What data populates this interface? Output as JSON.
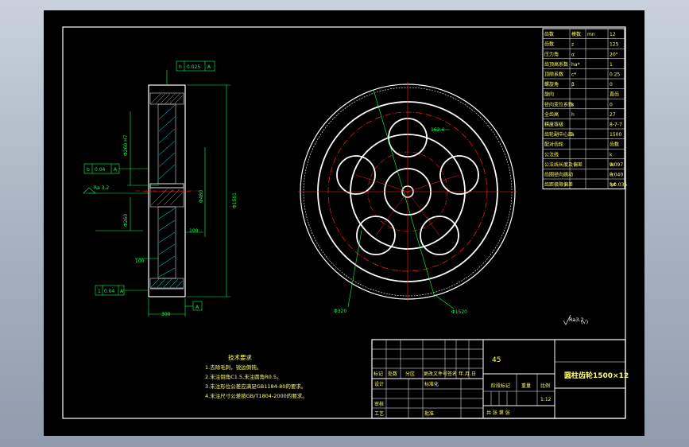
{
  "colors": {
    "background": "#000000",
    "frame": "#ffffff",
    "gear": "#ffffff",
    "center_lines": "#ff2020",
    "dimensions": "#00ff55",
    "notes_text": "#ffff66"
  },
  "title_block": {
    "material": "45",
    "drawing_title": "圆柱齿轮1500×12",
    "revision_row": [
      "标记",
      "处数",
      "分区",
      "更改文件号",
      "签名",
      "年.月.日"
    ],
    "designer_label": "设计",
    "standardization_label": "标准化",
    "review_label": "审核",
    "process_label": "工艺",
    "approve_label": "批准",
    "stage_label": "阶段标记",
    "weight_label": "重量",
    "scale_label": "比例",
    "scale_value": "1:12",
    "sheet_text": "共  张  第  张"
  },
  "tech_requirements": {
    "heading": "技术要求",
    "items": [
      "1.去除毛刺，锐边倒钝。",
      "2.未注倒角C1.5,未注圆角R0.5。",
      "3.未注形位公差应满足GB1184-80的要求。",
      "4.未注尺寸公差按GB/T1804-2000的要求。"
    ]
  },
  "gear_params": {
    "rows": [
      [
        "齿数",
        "模数",
        "mn",
        "12"
      ],
      [
        "齿数",
        "z",
        "",
        "125"
      ],
      [
        "压力角",
        "α",
        "",
        "20°"
      ],
      [
        "齿顶高系数",
        "ha*",
        "",
        "1"
      ],
      [
        "顶隙系数",
        "c*",
        "",
        "0.25"
      ],
      [
        "螺旋角",
        "β",
        "",
        "0"
      ],
      [
        "旋向",
        "",
        "",
        "直齿"
      ],
      [
        "径向变位系数",
        "x",
        "",
        "0"
      ],
      [
        "全齿高",
        "h",
        "",
        "27"
      ],
      [
        "精度等级",
        "",
        "",
        "8-7-7"
      ],
      [
        "齿轮副中心距",
        "a",
        "",
        "1500"
      ],
      [
        "配对齿轮",
        "",
        "",
        "齿数"
      ],
      [
        "公法线",
        "",
        "",
        "k"
      ],
      [
        "公法线长度及偏差",
        "",
        "",
        "W"
      ],
      [
        "齿圈径向跳动",
        "",
        "",
        "Fr"
      ],
      [
        "齿距极限偏差",
        "",
        "",
        "fpt"
      ]
    ],
    "values_right": [
      "",
      "",
      "",
      "",
      "",
      "",
      "",
      "",
      "",
      "",
      "",
      "",
      "",
      "0.097",
      "0.040",
      "±0.035"
    ]
  },
  "annotations": {
    "runout_frame": [
      "h",
      "0.025",
      "A"
    ],
    "parallel_frame": [
      "b",
      "0.04",
      "A"
    ],
    "bottom_frame": [
      "1",
      "0.04",
      "A"
    ],
    "datum": "A",
    "roughness": "Ra 3.2",
    "roughness_general": "Ra3.2",
    "dim_width": "300",
    "dim_hub_bore": "Φ260",
    "dim_hub_outer": "Φ480",
    "dim_pitch": "Φ1501",
    "dim_rim": "100",
    "dim_web": "100",
    "dim_keyway": "Φ260 H7",
    "hole_label": "162.4",
    "dim_circle_a": "Φ320",
    "dim_circle_b": "Φ1520"
  }
}
